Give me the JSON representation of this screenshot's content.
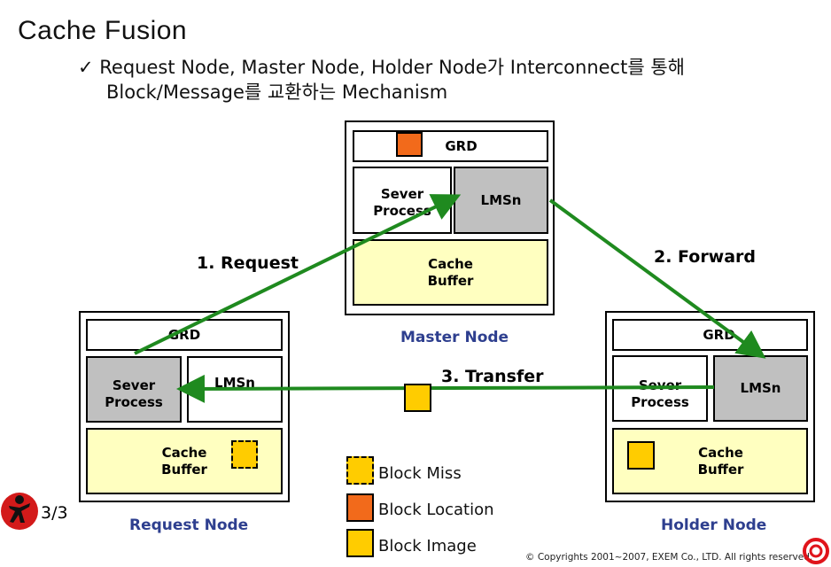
{
  "slide": {
    "title": "Cache Fusion",
    "subtitle_line1": "✓ Request Node, Master Node, Holder Node가 Interconnect를 통해",
    "subtitle_line2": "Block/Message를 교환하는 Mechanism",
    "page_number": "3/3",
    "copyright": "© Copyrights 2001~2007, EXEM Co., LTD. All rights reserved."
  },
  "master_node": {
    "label": "Master Node",
    "grd": "GRD",
    "server_process": [
      "Sever",
      "Process"
    ],
    "lms": "LMSn",
    "cache_buffer": [
      "Cache",
      "Buffer"
    ]
  },
  "request_node": {
    "label": "Request Node",
    "grd": "GRD",
    "server_process": [
      "Sever",
      "Process"
    ],
    "lms": "LMSn",
    "cache_buffer": [
      "Cache",
      "Buffer"
    ]
  },
  "holder_node": {
    "label": "Holder Node",
    "grd": "GRD",
    "server_process": [
      "Sever",
      "Process"
    ],
    "lms": "LMSn",
    "cache_buffer": [
      "Cache",
      "Buffer"
    ]
  },
  "steps": {
    "request": "1. Request",
    "forward": "2. Forward",
    "transfer": "3. Transfer"
  },
  "legend": {
    "block_miss": "Block Miss",
    "block_location": "Block Location",
    "block_image": "Block Image"
  },
  "colors": {
    "arrow": "#1f8a1f",
    "block_location": "#f26a1b",
    "block_image": "#ffcc00",
    "cache_buffer": "#ffffc0",
    "process_gray": "#c0c0c0",
    "node_label": "#2e3f8f"
  }
}
